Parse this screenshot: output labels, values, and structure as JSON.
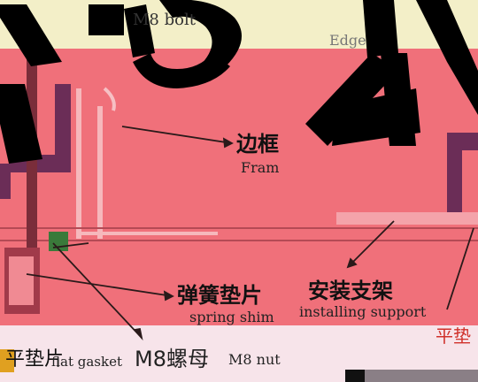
{
  "labels": {
    "top_bolt": "M8 bolt",
    "top_edge": "Edge",
    "frame_zh": "边框",
    "frame_en": "Fram",
    "spring_zh": "弹簧垫片",
    "spring_en": "spring shim",
    "install_zh": "安装支架",
    "install_en": "installing support",
    "flat_zh": "平垫片",
    "flat_en": "flat gasket",
    "nut_zh": "M8螺母",
    "nut_en": "M8 nut",
    "flat_right_zh": "平垫"
  },
  "colors": {
    "background_pink": "#f0707a",
    "top_strip": "#f3efc8",
    "bottom_strip": "#f7e4ea",
    "frame_purple": "#6b2d57",
    "arrow": "#2a1a1a",
    "mask_black": "#000000"
  },
  "icons": [
    "arrow-icon",
    "bolt-icon",
    "nut-icon"
  ]
}
